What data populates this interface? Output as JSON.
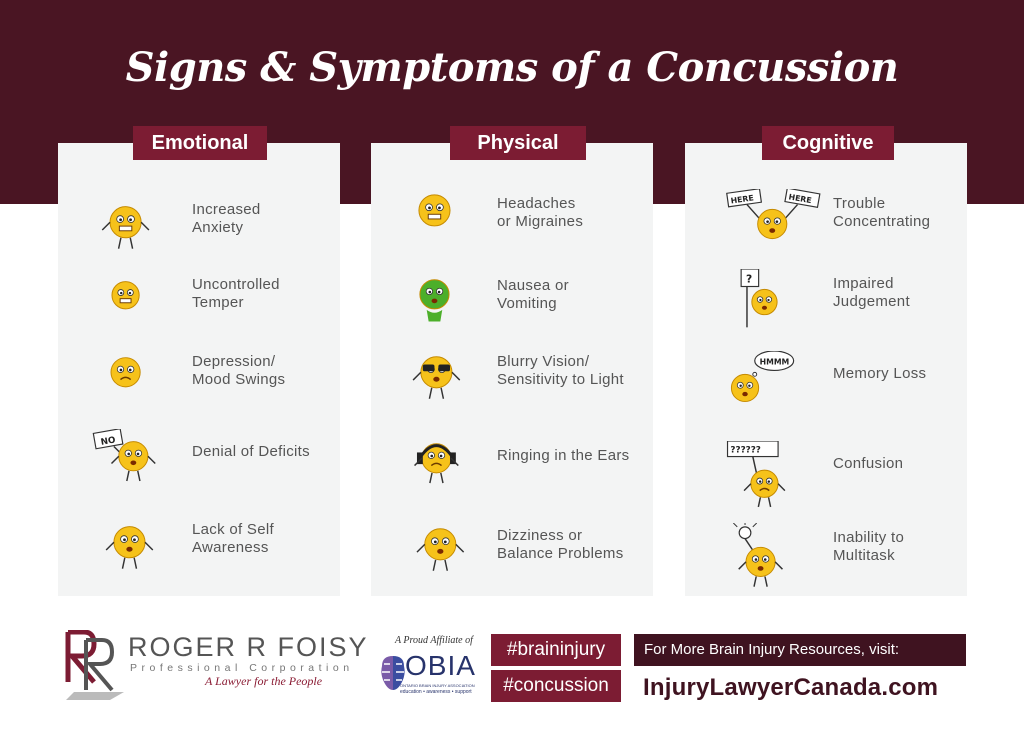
{
  "title": "Signs & Symptoms of a Concussion",
  "colors": {
    "band": "#4a1523",
    "header": "#7c1c33",
    "panel": "#f3f4f4",
    "emoji": "#f6c21a",
    "nausea": "#4caf2a"
  },
  "columns": [
    {
      "header": "Emotional",
      "items": [
        {
          "lines": [
            "Increased",
            "Anxiety"
          ],
          "icon": "anxious-emoji-icon"
        },
        {
          "lines": [
            "Uncontrolled",
            "Temper"
          ],
          "icon": "angry-emoji-icon"
        },
        {
          "lines": [
            "Depression/",
            "Mood Swings"
          ],
          "icon": "sad-emoji-icon"
        },
        {
          "lines": [
            "Denial of Deficits"
          ],
          "icon": "no-sign-emoji-icon",
          "sign": "NO"
        },
        {
          "lines": [
            "Lack of Self",
            "Awareness"
          ],
          "icon": "dazed-emoji-icon"
        }
      ]
    },
    {
      "header": "Physical",
      "items": [
        {
          "lines": [
            "Headaches",
            "or Migraines"
          ],
          "icon": "headache-emoji-icon"
        },
        {
          "lines": [
            "Nausea or",
            "Vomiting"
          ],
          "icon": "nausea-emoji-icon"
        },
        {
          "lines": [
            "Blurry Vision/",
            "Sensitivity to Light"
          ],
          "icon": "sunglasses-emoji-icon"
        },
        {
          "lines": [
            "Ringing in the Ears"
          ],
          "icon": "headphones-emoji-icon"
        },
        {
          "lines": [
            "Dizziness or",
            "Balance Problems"
          ],
          "icon": "dizzy-emoji-icon"
        }
      ]
    },
    {
      "header": "Cognitive",
      "items": [
        {
          "lines": [
            "Trouble",
            "Concentrating"
          ],
          "icon": "two-signs-emoji-icon",
          "signs": [
            "HERE",
            "HERE"
          ]
        },
        {
          "lines": [
            "Impaired",
            "Judgement"
          ],
          "icon": "question-sign-emoji-icon",
          "sign": "?"
        },
        {
          "lines": [
            "Memory Loss"
          ],
          "icon": "thinking-emoji-icon",
          "bubble": "HMMM"
        },
        {
          "lines": [
            "Confusion"
          ],
          "icon": "question-marks-sign-emoji-icon",
          "sign": "??????"
        },
        {
          "lines": [
            "Inability to",
            "Multitask"
          ],
          "icon": "lightbulb-emoji-icon"
        }
      ]
    }
  ],
  "footer": {
    "rrf_name": "ROGER R FOISY",
    "rrf_sub": "Professional Corporation",
    "rrf_tag": "A Lawyer for the People",
    "obia_affil": "A Proud Affiliate of",
    "obia_name": "OBIA",
    "obia_small": "ONTARIO BRAIN INJURY ASSOCIATION",
    "obia_motto": "education • awareness • support",
    "hashtags": [
      "#braininjury",
      "#concussion"
    ],
    "more": "For More Brain Injury Resources, visit:",
    "site": "InjuryLawyerCanada.com"
  }
}
